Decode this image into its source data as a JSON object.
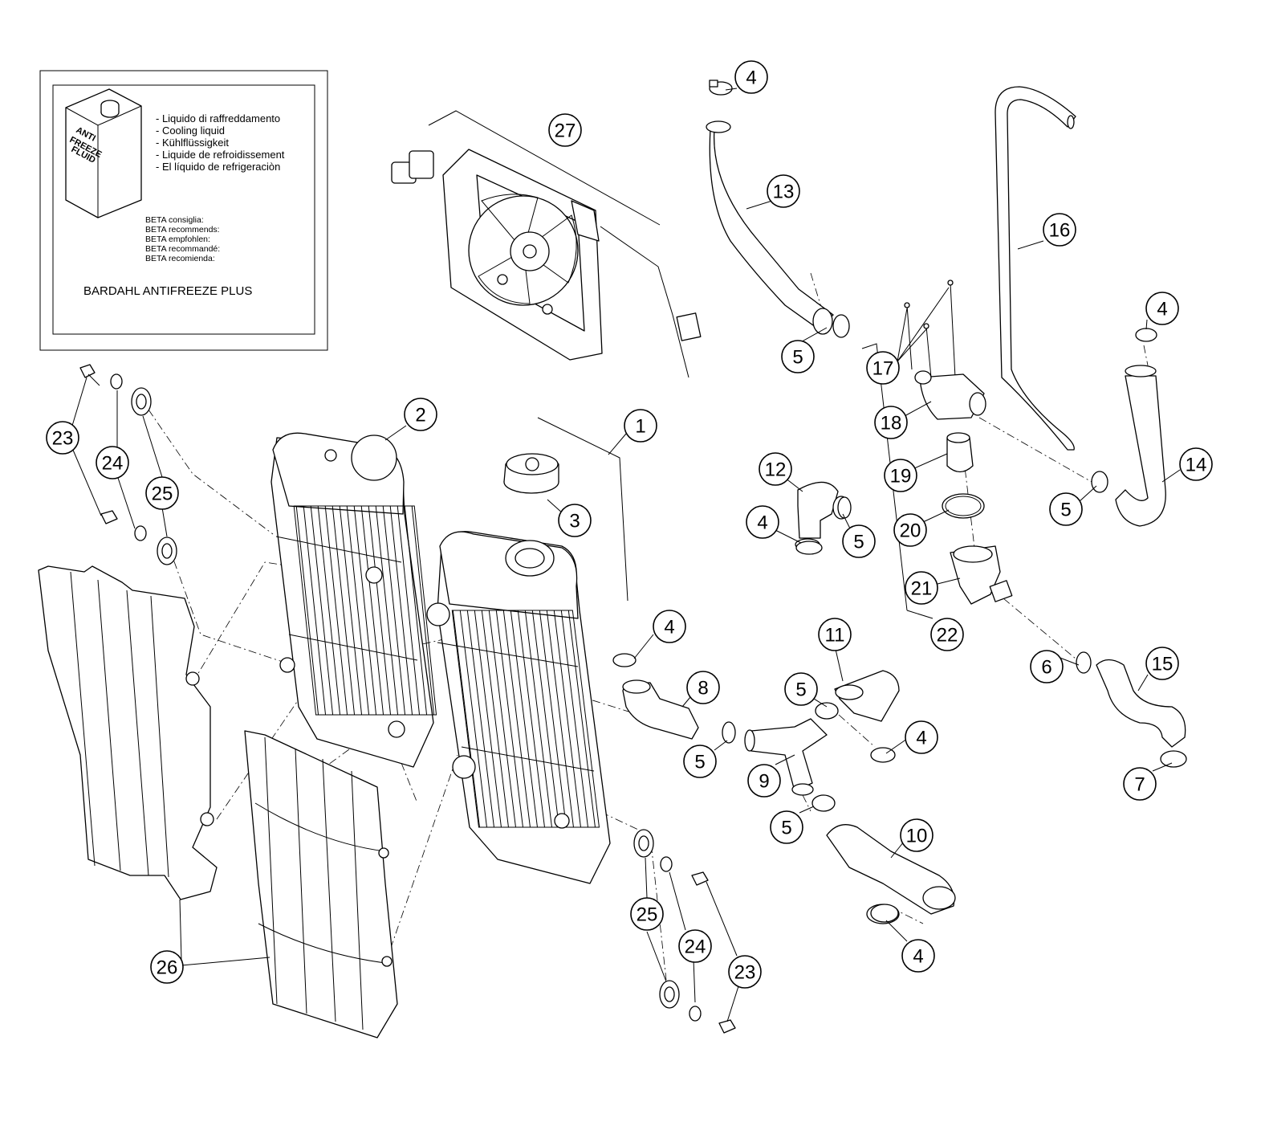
{
  "info_box": {
    "can_label": [
      "ANTI",
      "FREEZE",
      "FLUID"
    ],
    "liquid_lines": [
      "- Liquido di raffreddamento",
      "- Cooling liquid",
      "- Kühlflüssigkeit",
      "- Liquide de refroidissement",
      "- El líquido de refrigeraciòn"
    ],
    "recommend_lines": [
      "BETA consiglia:",
      "BETA recommends:",
      "BETA empfohlen:",
      "BETA recommandé:",
      "BETA recomienda:"
    ],
    "product": "BARDAHL ANTIFREEZE PLUS"
  },
  "callouts": [
    {
      "id": "c27",
      "label": "27"
    },
    {
      "id": "c4a",
      "label": "4"
    },
    {
      "id": "c13",
      "label": "13"
    },
    {
      "id": "c5a",
      "label": "5"
    },
    {
      "id": "c16",
      "label": "16"
    },
    {
      "id": "c4b",
      "label": "4"
    },
    {
      "id": "c17",
      "label": "17"
    },
    {
      "id": "c18",
      "label": "18"
    },
    {
      "id": "c19",
      "label": "19"
    },
    {
      "id": "c14",
      "label": "14"
    },
    {
      "id": "c5b",
      "label": "5"
    },
    {
      "id": "c20",
      "label": "20"
    },
    {
      "id": "c21",
      "label": "21"
    },
    {
      "id": "c22",
      "label": "22"
    },
    {
      "id": "c12",
      "label": "12"
    },
    {
      "id": "c4c",
      "label": "4"
    },
    {
      "id": "c5c",
      "label": "5"
    },
    {
      "id": "c2",
      "label": "2"
    },
    {
      "id": "c1",
      "label": "1"
    },
    {
      "id": "c3",
      "label": "3"
    },
    {
      "id": "c23a",
      "label": "23"
    },
    {
      "id": "c24a",
      "label": "24"
    },
    {
      "id": "c25a",
      "label": "25"
    },
    {
      "id": "c4d",
      "label": "4"
    },
    {
      "id": "c8",
      "label": "8"
    },
    {
      "id": "c11",
      "label": "11"
    },
    {
      "id": "c5d",
      "label": "5"
    },
    {
      "id": "c6",
      "label": "6"
    },
    {
      "id": "c15",
      "label": "15"
    },
    {
      "id": "c4e",
      "label": "4"
    },
    {
      "id": "c5e",
      "label": "5"
    },
    {
      "id": "c9",
      "label": "9"
    },
    {
      "id": "c7",
      "label": "7"
    },
    {
      "id": "c5f",
      "label": "5"
    },
    {
      "id": "c10",
      "label": "10"
    },
    {
      "id": "c4f",
      "label": "4"
    },
    {
      "id": "c25b",
      "label": "25"
    },
    {
      "id": "c24b",
      "label": "24"
    },
    {
      "id": "c23b",
      "label": "23"
    },
    {
      "id": "c26",
      "label": "26"
    }
  ]
}
